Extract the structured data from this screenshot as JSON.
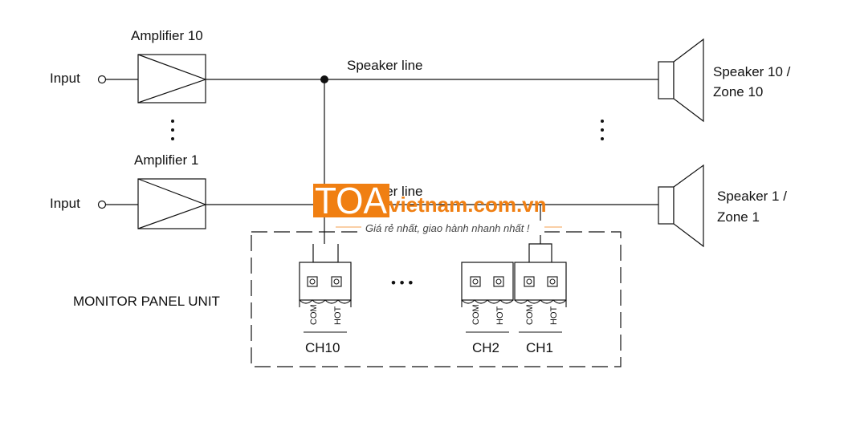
{
  "amplifiers": {
    "top": {
      "label": "Amplifier 10",
      "input_label": "Input"
    },
    "bottom": {
      "label": "Amplifier 1",
      "input_label": "Input"
    }
  },
  "speaker_line_top": "Speaker line",
  "speaker_line_bottom": "Speaker line",
  "speakers": {
    "top": {
      "line1": "Speaker 10 /",
      "line2": "Zone 10"
    },
    "bottom": {
      "line1": "Speaker 1 /",
      "line2": "Zone 1"
    }
  },
  "monitor_panel": {
    "label": "MONITOR PANEL UNIT",
    "ellipsis": "• • •",
    "channels": [
      {
        "name": "CH10",
        "pin_left": "COM",
        "pin_right": "HOT"
      },
      {
        "name": "CH2",
        "pin_left": "COM",
        "pin_right": "HOT"
      },
      {
        "name": "CH1",
        "pin_left": "COM",
        "pin_right": "HOT"
      }
    ]
  },
  "watermark": {
    "brand": "TOA",
    "site": "vietnam.com.vn",
    "tagline": "Giá rẻ nhất, giao hành nhanh nhất !",
    "brand_color": "#f07f12"
  },
  "colors": {
    "line": "#111111",
    "accent": "#f07f12"
  }
}
